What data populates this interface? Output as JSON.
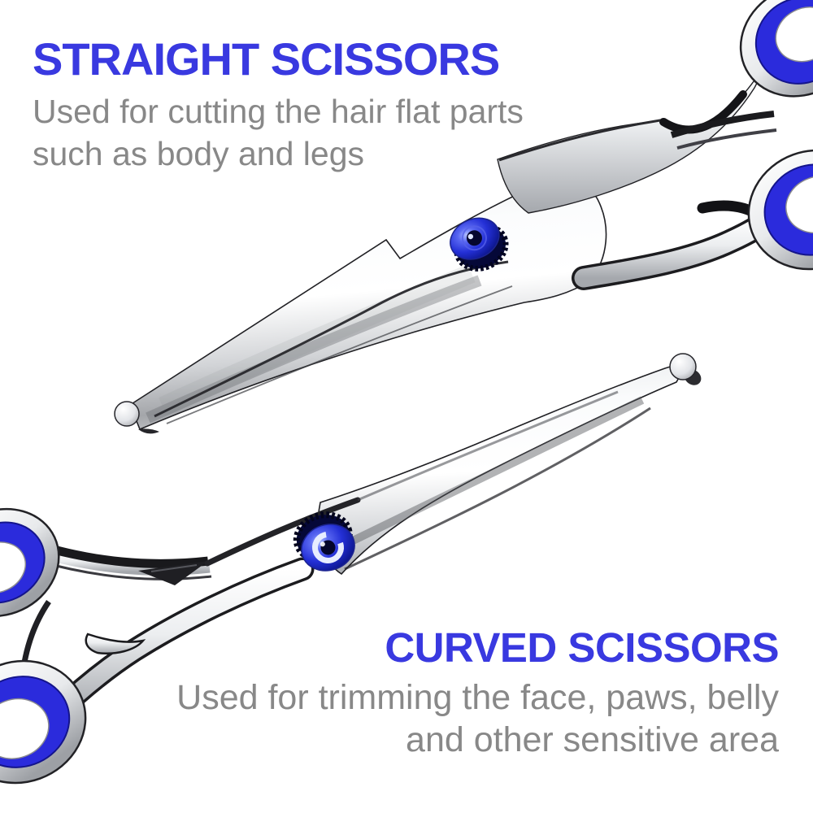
{
  "sections": {
    "straight": {
      "title": "STRAIGHT SCISSORS",
      "description": [
        "Used for cutting the hair flat parts",
        "such as body and legs"
      ]
    },
    "curved": {
      "title": "CURVED SCISSORS",
      "description": [
        "Used for trimming the face, paws, belly",
        "and other sensitive area"
      ]
    }
  },
  "colors": {
    "background": "#ffffff",
    "title_blue": "#3939e0",
    "description_gray": "#888888",
    "ring_insert_blue": "#2b2bdc",
    "screw_blue": "#2430d6",
    "metal_edge_dark": "#1d1d20"
  }
}
